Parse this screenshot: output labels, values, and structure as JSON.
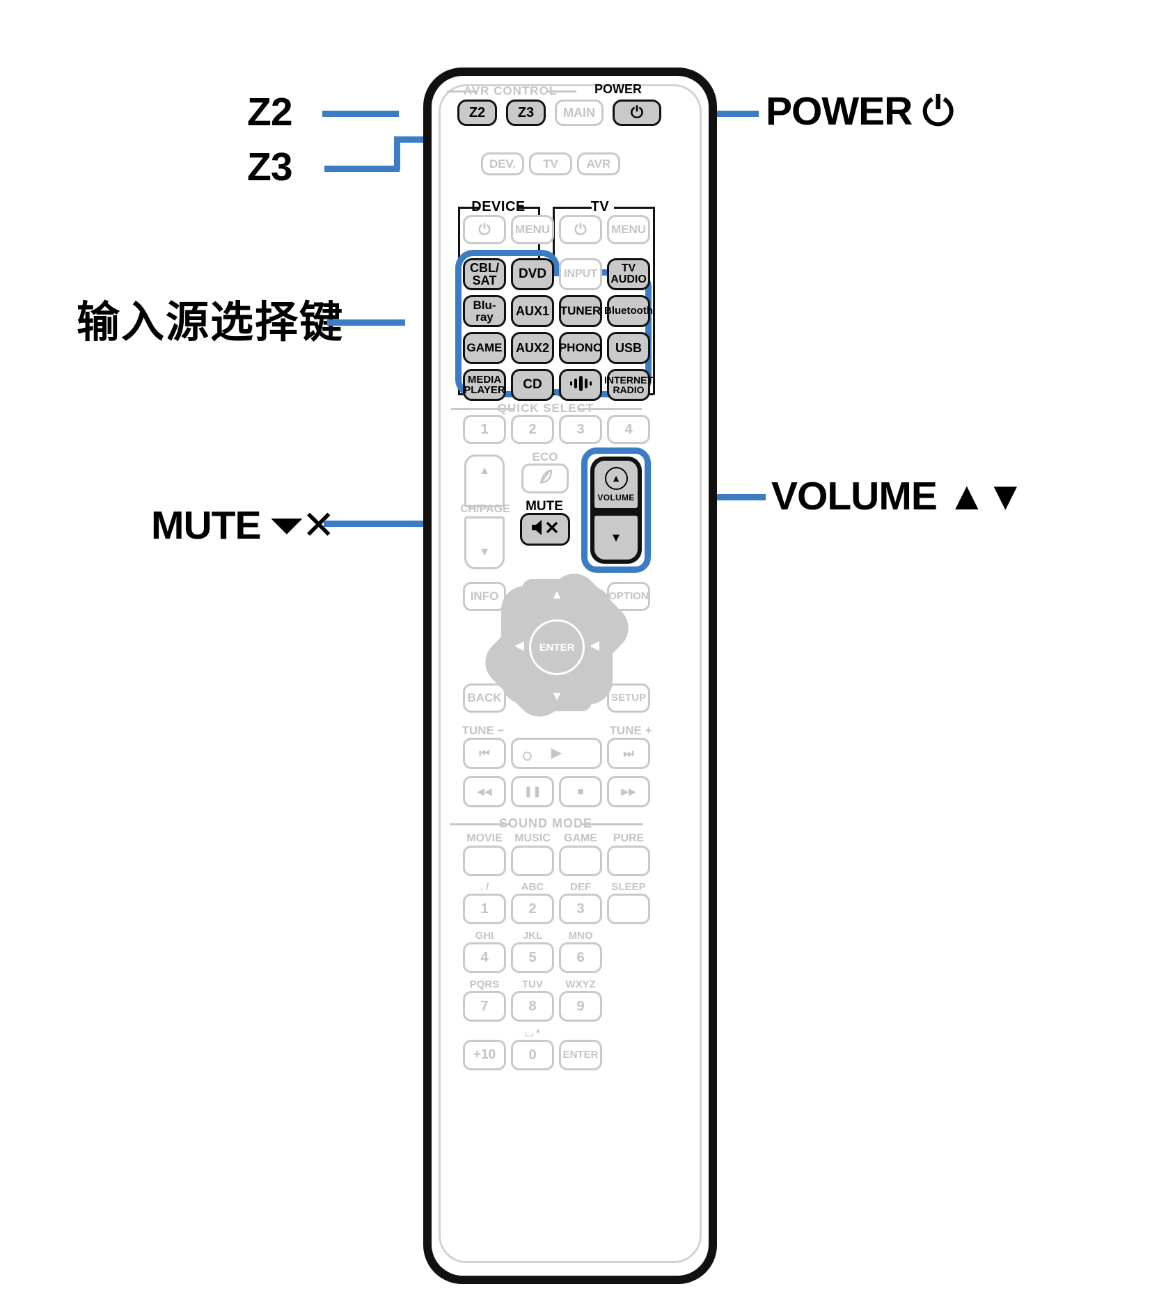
{
  "figure": {
    "subject": "AV receiver remote control",
    "accent_color": "#3b7cc4",
    "key_active_fill": "#c9c9c9",
    "key_ghost_color": "#c4c4c4"
  },
  "callouts": [
    {
      "id": "z2",
      "text": "Z2",
      "side": "left"
    },
    {
      "id": "z3",
      "text": "Z3",
      "side": "left"
    },
    {
      "id": "source",
      "text": "输入源选择键",
      "side": "left"
    },
    {
      "id": "mute",
      "text": "MUTE ⏷✕",
      "side": "left"
    },
    {
      "id": "power",
      "text": "POWER ⏻",
      "side": "right"
    },
    {
      "id": "volume",
      "text": "VOLUME ▲▼",
      "side": "right"
    }
  ],
  "sections": {
    "avr_control": {
      "label": "AVR CONTROL",
      "power_label": "POWER",
      "keys": [
        {
          "name": "z2",
          "text": "Z2",
          "state": "active"
        },
        {
          "name": "z3",
          "text": "Z3",
          "state": "active"
        },
        {
          "name": "main",
          "text": "MAIN",
          "state": "ghost"
        },
        {
          "name": "power",
          "text": "⏻",
          "state": "active"
        }
      ]
    },
    "mode_row": {
      "keys": [
        {
          "name": "dev",
          "text": "DEV.",
          "state": "ghost"
        },
        {
          "name": "tv",
          "text": "TV",
          "state": "ghost"
        },
        {
          "name": "avr",
          "text": "AVR",
          "state": "ghost"
        }
      ]
    },
    "device_tv": {
      "device_label": "DEVICE",
      "tv_label": "TV",
      "top_keys": [
        {
          "name": "device-power",
          "text": "⏻",
          "state": "ghost"
        },
        {
          "name": "device-menu",
          "text": "MENU",
          "state": "ghost"
        },
        {
          "name": "tv-power",
          "text": "⏻",
          "state": "ghost"
        },
        {
          "name": "tv-menu",
          "text": "MENU",
          "state": "ghost"
        }
      ]
    },
    "input_source": {
      "highlighted": true,
      "rows": [
        [
          {
            "name": "cbl-sat",
            "text": "CBL/\nSAT",
            "state": "active"
          },
          {
            "name": "dvd",
            "text": "DVD",
            "state": "active"
          },
          {
            "name": "input",
            "text": "INPUT",
            "state": "ghost"
          },
          {
            "name": "tv-audio",
            "text": "TV\nAUDIO",
            "state": "active"
          }
        ],
        [
          {
            "name": "blu-ray",
            "text": "Blu-ray",
            "state": "active"
          },
          {
            "name": "aux1",
            "text": "AUX1",
            "state": "active"
          },
          {
            "name": "tuner",
            "text": "TUNER",
            "state": "active"
          },
          {
            "name": "bluetooth",
            "text": "Bluetooth",
            "state": "active"
          }
        ],
        [
          {
            "name": "game",
            "text": "GAME",
            "state": "active"
          },
          {
            "name": "aux2",
            "text": "AUX2",
            "state": "active"
          },
          {
            "name": "phono",
            "text": "PHONO",
            "state": "active"
          },
          {
            "name": "usb",
            "text": "USB",
            "state": "active"
          }
        ],
        [
          {
            "name": "media-player",
            "text": "MEDIA\nPLAYER",
            "state": "active"
          },
          {
            "name": "cd",
            "text": "CD",
            "state": "active"
          },
          {
            "name": "voice",
            "text": "",
            "state": "active"
          },
          {
            "name": "internet-radio",
            "text": "INTERNET\nRADIO",
            "state": "active"
          }
        ]
      ]
    },
    "quick_select": {
      "label": "QUICK SELECT",
      "keys": [
        {
          "name": "qs1",
          "text": "1",
          "state": "ghost"
        },
        {
          "name": "qs2",
          "text": "2",
          "state": "ghost"
        },
        {
          "name": "qs3",
          "text": "3",
          "state": "ghost"
        },
        {
          "name": "qs4",
          "text": "4",
          "state": "ghost"
        }
      ]
    },
    "middle": {
      "ch_page_label": "CH/PAGE",
      "eco_label": "ECO",
      "mute_label": "MUTE",
      "volume_label": "VOLUME",
      "mute_key": {
        "name": "mute",
        "text": "⏷✕",
        "state": "active"
      },
      "volume_up": "▲",
      "volume_down": "▼"
    },
    "navigation": {
      "info": "INFO",
      "option": "OPTION",
      "back": "BACK",
      "setup": "SETUP",
      "enter": "ENTER"
    },
    "transport": {
      "tune_minus": "TUNE −",
      "tune_plus": "TUNE +",
      "keys": [
        {
          "name": "previous",
          "text": "⏮"
        },
        {
          "name": "play",
          "text": "▶"
        },
        {
          "name": "next",
          "text": "⏭"
        },
        {
          "name": "rewind",
          "text": "◀◀"
        },
        {
          "name": "pause",
          "text": "❚❚"
        },
        {
          "name": "stop",
          "text": "■"
        },
        {
          "name": "fast-forward",
          "text": "▶▶"
        }
      ]
    },
    "sound_mode": {
      "label": "SOUND MODE",
      "keys": [
        {
          "name": "movie",
          "text": "MOVIE"
        },
        {
          "name": "music",
          "text": "MUSIC"
        },
        {
          "name": "game",
          "text": "GAME"
        },
        {
          "name": "pure",
          "text": "PURE"
        }
      ]
    },
    "keypad": {
      "rows": [
        [
          {
            "name": "key-1",
            "digit": "1",
            "sub": ". /"
          },
          {
            "name": "key-2",
            "digit": "2",
            "sub": "ABC"
          },
          {
            "name": "key-3",
            "digit": "3",
            "sub": "DEF"
          },
          {
            "name": "sleep",
            "digit": "",
            "sub": "SLEEP"
          }
        ],
        [
          {
            "name": "key-4",
            "digit": "4",
            "sub": "GHI"
          },
          {
            "name": "key-5",
            "digit": "5",
            "sub": "JKL"
          },
          {
            "name": "key-6",
            "digit": "6",
            "sub": "MNO"
          }
        ],
        [
          {
            "name": "key-7",
            "digit": "7",
            "sub": "PQRS"
          },
          {
            "name": "key-8",
            "digit": "8",
            "sub": "TUV"
          },
          {
            "name": "key-9",
            "digit": "9",
            "sub": "WXYZ"
          }
        ],
        [
          {
            "name": "key-plus10",
            "digit": "+10",
            "sub": ""
          },
          {
            "name": "key-0",
            "digit": "0",
            "sub": "⌴ *"
          },
          {
            "name": "key-enter",
            "digit": "ENTER",
            "sub": ""
          }
        ]
      ]
    }
  }
}
